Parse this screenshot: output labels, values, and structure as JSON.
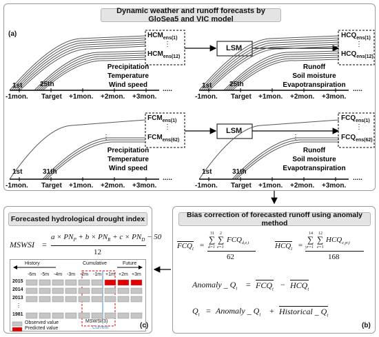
{
  "panel_a": {
    "title": "Dynamic weather and runoff forecasts by GloSea5 and VIC model",
    "label": "(a)",
    "lsm": "LSM",
    "hcm_top": "HCM",
    "hcm_top_sub": "ens(1)",
    "hcm_bot": "HCM",
    "hcm_bot_sub": "ens(12)",
    "hcq_top": "HCQ",
    "hcq_top_sub": "ens(1)",
    "hcq_bot": "HCQ",
    "hcq_bot_sub": "ens(12)",
    "fcm_top": "FCM",
    "fcm_top_sub": "ens(1)",
    "fcm_bot": "FCM",
    "fcm_bot_sub": "ens(62)",
    "fcq_top": "FCQ",
    "fcq_top_sub": "ens(1)",
    "fcq_bot": "FCQ",
    "fcq_bot_sub": "ens(62)",
    "vdots": "⋮",
    "met_vars": [
      "Precipitation",
      "Temperature",
      "Wind speed"
    ],
    "hyd_vars": [
      "Runoff",
      "Soil moisture",
      "Evapotranspiration"
    ],
    "start_1st": "1st",
    "start_25th": "25th",
    "start_31th": "31th",
    "axis_ticks": [
      "-1mon.",
      "Target",
      "+1mon.",
      "+2mon.",
      "+3mon."
    ],
    "axis_dots": "....."
  },
  "panel_b": {
    "title": "Bias correction of forecasted runoff using anomaly method",
    "label": "(b)",
    "fcq_lhs": "FCQ",
    "fcq_lhs_sub": "t",
    "fcq_sum1_top": "31",
    "fcq_sum1_bot": "d=1",
    "fcq_sum2_top": "2",
    "fcq_sum2_bot": "e=1",
    "fcq_term": "FCQ",
    "fcq_term_sub": "d,e,t",
    "fcq_den": "62",
    "hcq_lhs": "HCQ",
    "hcq_lhs_sub": "t",
    "hcq_sum1_top": "14",
    "hcq_sum1_bot": "yr=1",
    "hcq_sum2_top": "12",
    "hcq_sum2_bot": "e=1",
    "hcq_term": "HCQ",
    "hcq_term_sub": "e,yr,t",
    "hcq_den": "168",
    "anomaly_lhs": "Anomaly _ Q",
    "anomaly_lhs_sub": "t",
    "anomaly_rhs1": "FCQ",
    "anomaly_rhs1_sub": "t",
    "anomaly_rhs2": "HCQ",
    "anomaly_rhs2_sub": "t",
    "q_lhs": "Q",
    "q_lhs_sub": "t",
    "q_rhs1": "Anomaly _ Q",
    "q_rhs1_sub": "t",
    "q_rhs2": "Historical _ Q",
    "q_rhs2_sub": "t",
    "eq_sign": "=",
    "minus_sign": "−",
    "plus_sign": "+",
    "sigma": "∑"
  },
  "panel_c": {
    "title": "Forecasted hydrological drought index",
    "label": "(c)",
    "formula_lhs": "MSWSI",
    "formula_num": "a × PN",
    "formula_num_sub1": "P",
    "formula_num_mid1": " + b × PN",
    "formula_num_sub2": "R",
    "formula_num_mid2": " + c × PN",
    "formula_num_sub3": "D",
    "formula_num_end": " − 50",
    "formula_den": "12",
    "history_label": "History",
    "cumulative_label": "Cumulative",
    "future_label": "Future",
    "columns": [
      "-6m",
      "-5m",
      "-4m",
      "-3m",
      "-2m",
      "-1m",
      "+1m",
      "+2m",
      "+3m"
    ],
    "years": [
      "2015",
      "2014",
      "2013",
      "⋮",
      "1981"
    ],
    "legend_observed": "Observed value",
    "legend_predicted": "Predicted value",
    "mswsi_tag": "MSWSI(3)",
    "current_label": "Current",
    "colors": {
      "predicted": "#e00000",
      "observed": "#c6c6c6",
      "current_line": "#3a8fd9",
      "dash_box": "#e00000"
    }
  }
}
